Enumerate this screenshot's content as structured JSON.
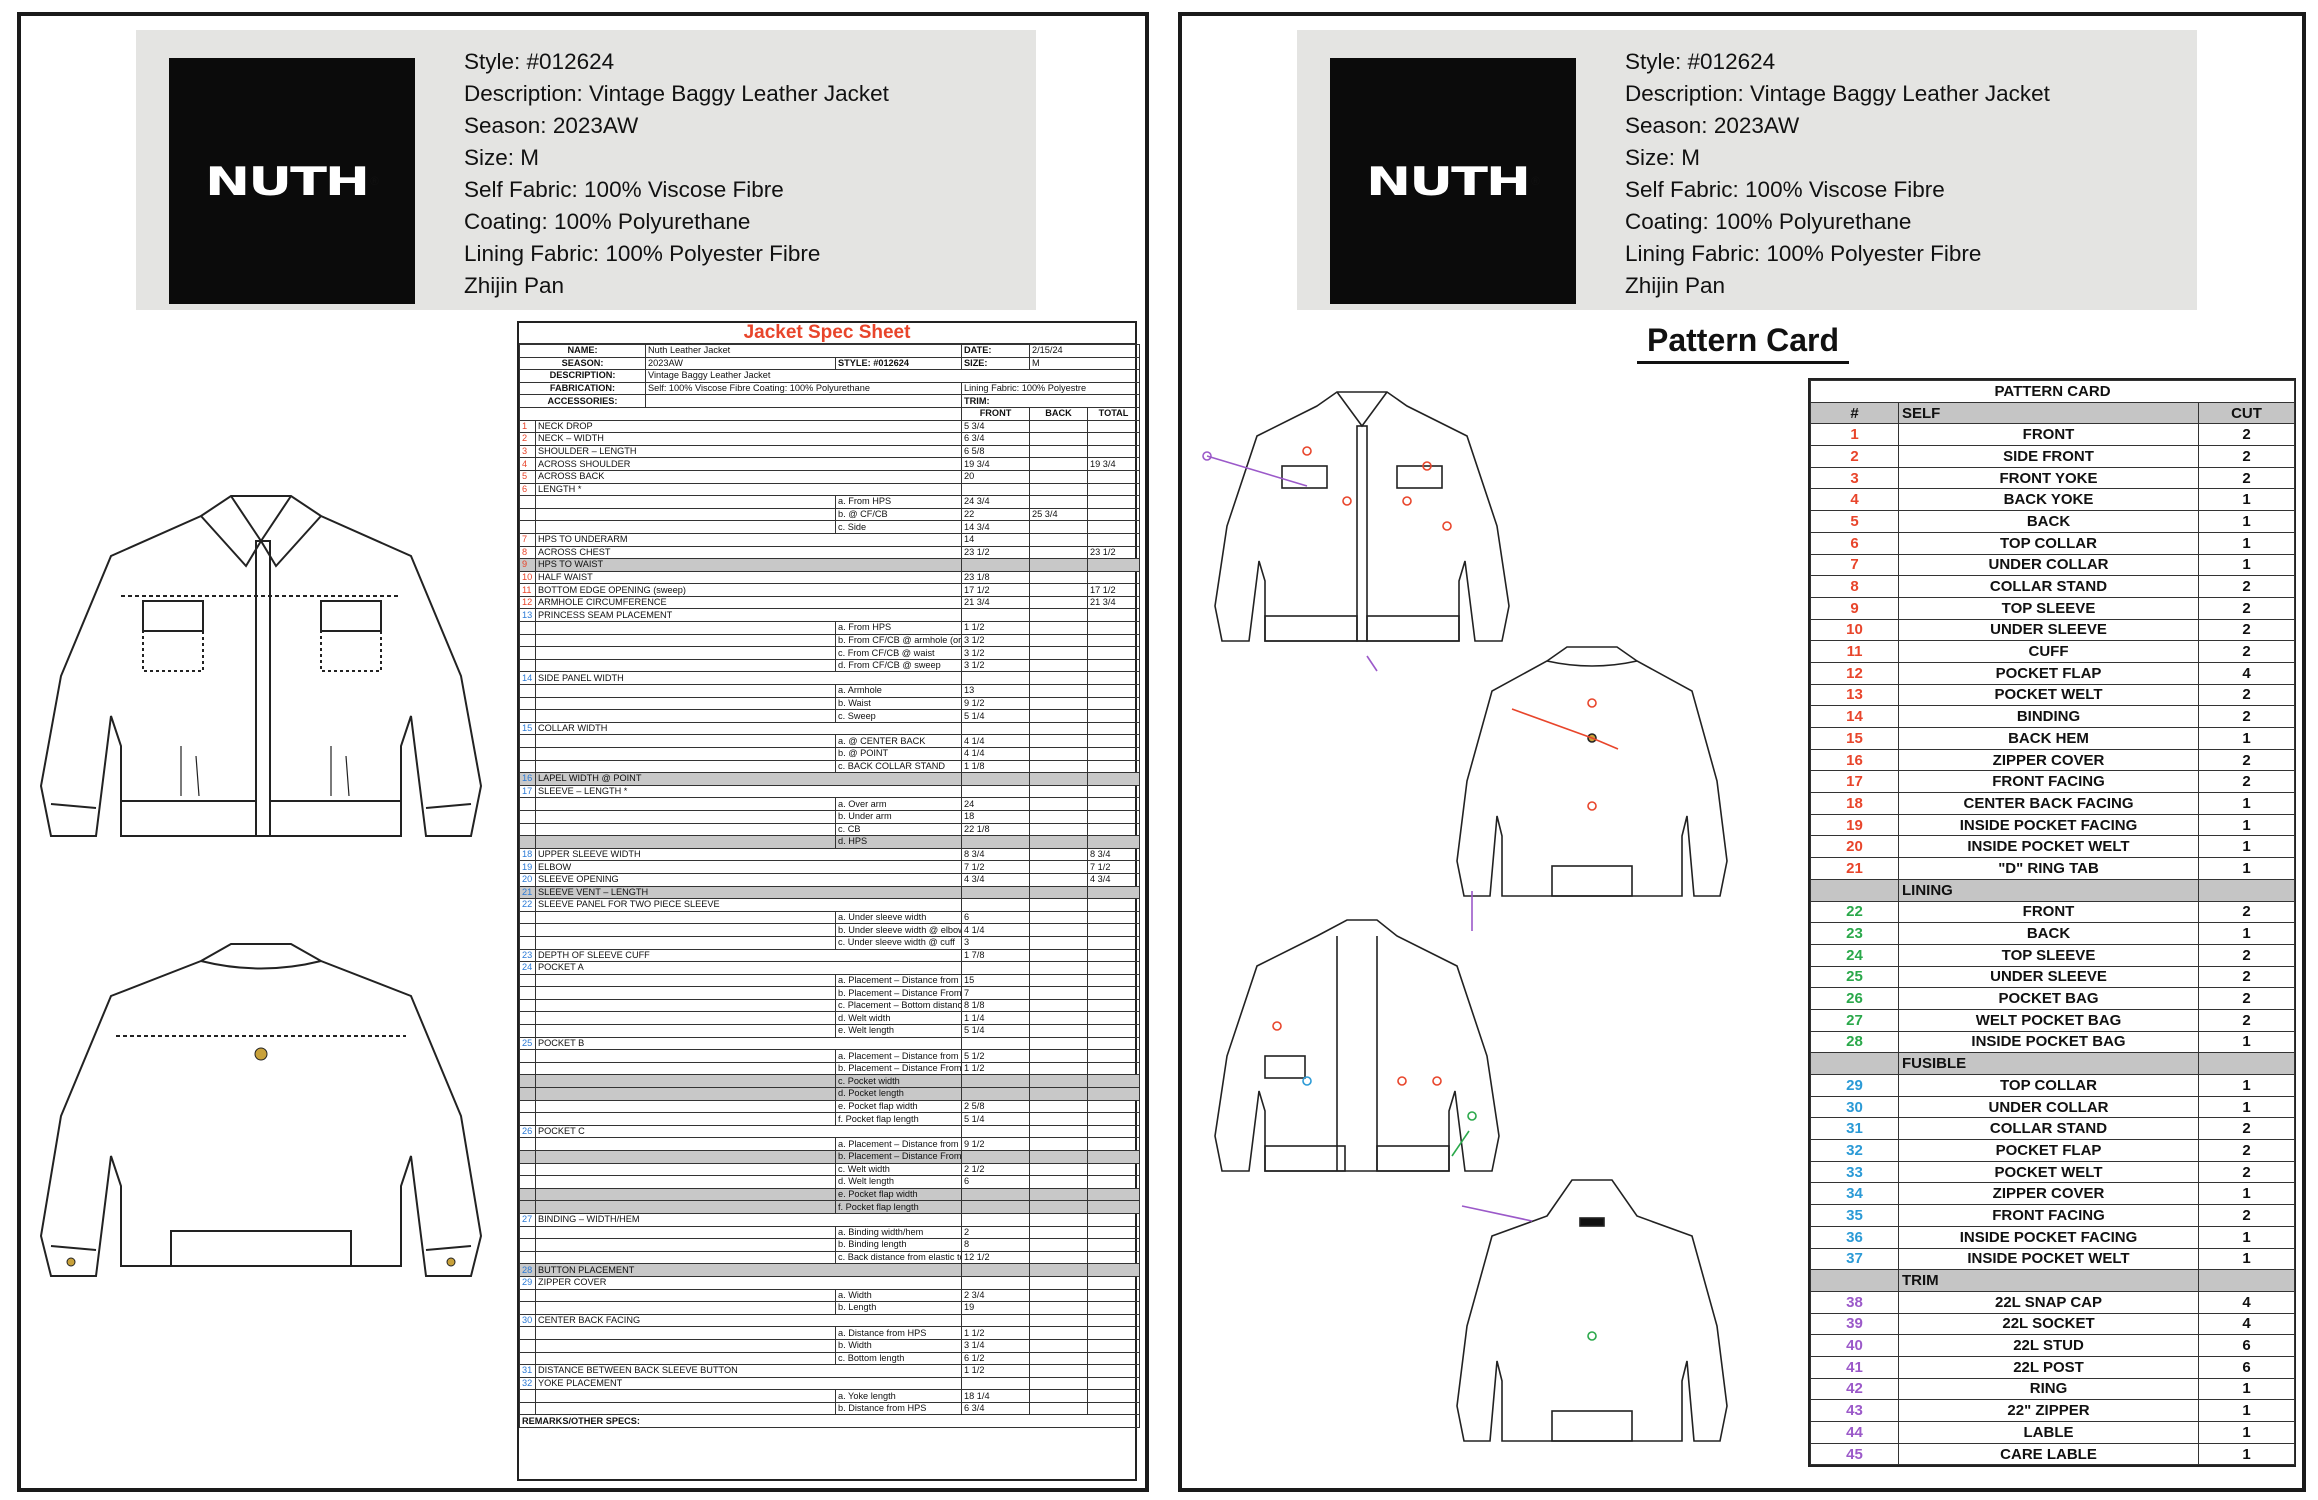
{
  "header": {
    "logo_text": "NUTH",
    "style": "Style: #012624",
    "description": "Description: Vintage Baggy Leather Jacket",
    "season": "Season: 2023AW",
    "size": "Size: M",
    "self_fabric": "Self Fabric: 100%  Viscose Fibre",
    "coating": "Coating: 100%  Polyurethane",
    "lining": "Lining Fabric: 100%  Polyester Fibre",
    "designer": "Zhijin Pan"
  },
  "spec": {
    "title": "Jacket Spec Sheet",
    "name_label": "NAME:",
    "name_value": "Nuth Leather Jacket",
    "date_label": "DATE:",
    "date_value": "2/15/24",
    "season_label": "SEASON:",
    "season_value": "2023AW",
    "style_label": "STYLE: #012624",
    "size_label": "SIZE:",
    "size_value": "M",
    "desc_label": "DESCRIPTION:",
    "desc_value": "Vintage Baggy Leather Jacket",
    "fab_label": "FABRICATION:",
    "fab_value": "Self: 100% Viscose Fibre Coating: 100% Polyurethane",
    "fab_lining": "Lining Fabric: 100% Polyestre",
    "acc_label": "ACCESSORIES:",
    "trim_label": "TRIM:",
    "col_front": "FRONT",
    "col_back": "BACK",
    "col_total": "TOTAL",
    "rows": [
      {
        "n": "1",
        "d": "NECK DROP",
        "f": "5 3/4",
        "b": "",
        "t": ""
      },
      {
        "n": "2",
        "d": "NECK – WIDTH",
        "f": "6 3/4",
        "b": "",
        "t": ""
      },
      {
        "n": "3",
        "d": "SHOULDER – LENGTH",
        "f": "6 5/8",
        "b": "",
        "t": ""
      },
      {
        "n": "4",
        "d": "ACROSS SHOULDER",
        "f": "19 3/4",
        "b": "",
        "t": "19 3/4"
      },
      {
        "n": "5",
        "d": "ACROSS BACK",
        "f": "20",
        "b": "",
        "t": ""
      },
      {
        "n": "6",
        "d": "LENGTH *",
        "f": "",
        "b": "",
        "t": ""
      },
      {
        "n": "",
        "d": "a. From HPS",
        "f": "24 3/4",
        "b": "",
        "t": "",
        "sub": true
      },
      {
        "n": "",
        "d": "b. @ CF/CB",
        "f": "22",
        "b": "25 3/4",
        "t": "",
        "sub": true
      },
      {
        "n": "",
        "d": "c. Side",
        "f": "14 3/4",
        "b": "",
        "t": "",
        "sub": true
      },
      {
        "n": "7",
        "d": "HPS TO UNDERARM",
        "f": "14",
        "b": "",
        "t": ""
      },
      {
        "n": "8",
        "d": "ACROSS CHEST",
        "f": "23 1/2",
        "b": "",
        "t": "23 1/2"
      },
      {
        "n": "9",
        "d": "HPS TO WAIST",
        "f": "",
        "b": "",
        "t": "",
        "shade": true
      },
      {
        "n": "10",
        "d": "HALF WAIST",
        "f": "23 1/8",
        "b": "",
        "t": ""
      },
      {
        "n": "11",
        "d": "BOTTOM EDGE OPENING (sweep)",
        "f": "17 1/2",
        "b": "",
        "t": "17 1/2"
      },
      {
        "n": "12",
        "d": "ARMHOLE CIRCUMFERENCE",
        "f": "21 3/4",
        "b": "",
        "t": "21 3/4"
      },
      {
        "n": "13",
        "d": "PRINCESS SEAM PLACEMENT",
        "f": "",
        "b": "",
        "t": "",
        "blue": true
      },
      {
        "n": "",
        "d": "a. From HPS",
        "f": "1 1/2",
        "b": "",
        "t": "",
        "sub": true
      },
      {
        "n": "",
        "d": "b. From CF/CB @ armhole (or shoulder seam)",
        "f": "3 1/2",
        "b": "",
        "t": "",
        "sub": true
      },
      {
        "n": "",
        "d": "c. From CF/CB @ waist",
        "f": "3 1/2",
        "b": "",
        "t": "",
        "sub": true
      },
      {
        "n": "",
        "d": "d. From CF/CB @ sweep",
        "f": "3 1/2",
        "b": "",
        "t": "",
        "sub": true
      },
      {
        "n": "14",
        "d": "SIDE PANEL WIDTH",
        "f": "",
        "b": "",
        "t": "",
        "blue": true
      },
      {
        "n": "",
        "d": "a. Armhole",
        "f": "13",
        "b": "",
        "t": "",
        "sub": true
      },
      {
        "n": "",
        "d": "b. Waist",
        "f": "9 1/2",
        "b": "",
        "t": "",
        "sub": true
      },
      {
        "n": "",
        "d": "c. Sweep",
        "f": "5 1/4",
        "b": "",
        "t": "",
        "sub": true
      },
      {
        "n": "15",
        "d": "COLLAR WIDTH",
        "f": "",
        "b": "",
        "t": "",
        "blue": true
      },
      {
        "n": "",
        "d": "a. @ CENTER BACK",
        "f": "4 1/4",
        "b": "",
        "t": "",
        "sub": true
      },
      {
        "n": "",
        "d": "b. @ POINT",
        "f": "4 1/4",
        "b": "",
        "t": "",
        "sub": true
      },
      {
        "n": "",
        "d": "c. BACK COLLAR STAND",
        "f": "1 1/8",
        "b": "",
        "t": "",
        "sub": true
      },
      {
        "n": "16",
        "d": "LAPEL WIDTH @ POINT",
        "f": "",
        "b": "",
        "t": "",
        "shade": true,
        "blue": true
      },
      {
        "n": "17",
        "d": "SLEEVE – LENGTH *",
        "f": "",
        "b": "",
        "t": "",
        "blue": true
      },
      {
        "n": "",
        "d": "a. Over arm",
        "f": "24",
        "b": "",
        "t": "",
        "sub": true
      },
      {
        "n": "",
        "d": "b. Under arm",
        "f": "18",
        "b": "",
        "t": "",
        "sub": true
      },
      {
        "n": "",
        "d": "c. CB",
        "f": "22 1/8",
        "b": "",
        "t": "",
        "sub": true
      },
      {
        "n": "",
        "d": "d. HPS",
        "f": "",
        "b": "",
        "t": "",
        "sub": true,
        "shade": true
      },
      {
        "n": "18",
        "d": "UPPER SLEEVE WIDTH",
        "f": "8 3/4",
        "b": "",
        "t": "8 3/4",
        "blue": true
      },
      {
        "n": "19",
        "d": "ELBOW",
        "f": "7 1/2",
        "b": "",
        "t": "7 1/2",
        "blue": true
      },
      {
        "n": "20",
        "d": "SLEEVE OPENING",
        "f": "4 3/4",
        "b": "",
        "t": "4 3/4",
        "blue": true
      },
      {
        "n": "21",
        "d": "SLEEVE VENT – LENGTH",
        "f": "",
        "b": "",
        "t": "",
        "shade": true,
        "blue": true
      },
      {
        "n": "22",
        "d": "SLEEVE PANEL FOR TWO PIECE SLEEVE",
        "f": "",
        "b": "",
        "t": "",
        "blue": true
      },
      {
        "n": "",
        "d": "a. Under sleeve width",
        "f": "6",
        "b": "",
        "t": "",
        "sub": true
      },
      {
        "n": "",
        "d": "b. Under sleeve width @ elbow",
        "f": "4 1/4",
        "b": "",
        "t": "",
        "sub": true
      },
      {
        "n": "",
        "d": "c. Under sleeve width @ cuff",
        "f": "3",
        "b": "",
        "t": "",
        "sub": true
      },
      {
        "n": "23",
        "d": "DEPTH OF SLEEVE CUFF",
        "f": "1 7/8",
        "b": "",
        "t": "",
        "blue": true
      },
      {
        "n": "24",
        "d": "POCKET A",
        "f": "",
        "b": "",
        "t": "",
        "blue": true
      },
      {
        "n": "",
        "d": "a. Placement – Distance from HPS",
        "f": "15",
        "b": "",
        "t": "",
        "sub": true
      },
      {
        "n": "",
        "d": "b. Placement – Distance From CF",
        "f": "7",
        "b": "",
        "t": "",
        "sub": true
      },
      {
        "n": "",
        "d": "c. Placement – Bottom distance from CF",
        "f": "8 1/8",
        "b": "",
        "t": "",
        "sub": true
      },
      {
        "n": "",
        "d": "d. Welt width",
        "f": "1 1/4",
        "b": "",
        "t": "",
        "sub": true
      },
      {
        "n": "",
        "d": "e. Welt length",
        "f": "5 1/4",
        "b": "",
        "t": "",
        "sub": true
      },
      {
        "n": "25",
        "d": "POCKET B",
        "f": "",
        "b": "",
        "t": "",
        "blue": true
      },
      {
        "n": "",
        "d": "a. Placement – Distance from HPS",
        "f": "5 1/2",
        "b": "",
        "t": "",
        "sub": true
      },
      {
        "n": "",
        "d": "b. Placement – Distance From CF",
        "f": "1 1/2",
        "b": "",
        "t": "",
        "sub": true
      },
      {
        "n": "",
        "d": "c. Pocket width",
        "f": "",
        "b": "",
        "t": "",
        "sub": true,
        "shade": true
      },
      {
        "n": "",
        "d": "d. Pocket length",
        "f": "",
        "b": "",
        "t": "",
        "sub": true,
        "shade": true
      },
      {
        "n": "",
        "d": "e. Pocket flap width",
        "f": "2 5/8",
        "b": "",
        "t": "",
        "sub": true
      },
      {
        "n": "",
        "d": "f. Pocket flap length",
        "f": "5 1/4",
        "b": "",
        "t": "",
        "sub": true
      },
      {
        "n": "26",
        "d": "POCKET C",
        "f": "",
        "b": "",
        "t": "",
        "blue": true
      },
      {
        "n": "",
        "d": "a. Placement – Distance from HPS",
        "f": "9 1/2",
        "b": "",
        "t": "",
        "sub": true
      },
      {
        "n": "",
        "d": "b. Placement – Distance From CF",
        "f": "",
        "b": "",
        "t": "",
        "sub": true,
        "shade": true
      },
      {
        "n": "",
        "d": "c. Welt width",
        "f": "2 1/2",
        "b": "",
        "t": "",
        "sub": true
      },
      {
        "n": "",
        "d": "d. Welt length",
        "f": "6",
        "b": "",
        "t": "",
        "sub": true
      },
      {
        "n": "",
        "d": "e. Pocket flap width",
        "f": "",
        "b": "",
        "t": "",
        "sub": true,
        "shade": true
      },
      {
        "n": "",
        "d": "f. Pocket flap length",
        "f": "",
        "b": "",
        "t": "",
        "sub": true,
        "shade": true
      },
      {
        "n": "27",
        "d": "BINDING – WIDTH/HEM",
        "f": "",
        "b": "",
        "t": "",
        "blue": true
      },
      {
        "n": "",
        "d": "a. Binding width/hem",
        "f": "2",
        "b": "",
        "t": "",
        "sub": true
      },
      {
        "n": "",
        "d": "b. Binding length",
        "f": "8",
        "b": "",
        "t": "",
        "sub": true
      },
      {
        "n": "",
        "d": "c. Back distance from elastic to elastic",
        "f": "12 1/2",
        "b": "",
        "t": "",
        "sub": true
      },
      {
        "n": "28",
        "d": "BUTTON PLACEMENT",
        "f": "",
        "b": "",
        "t": "",
        "shade": true,
        "blue": true
      },
      {
        "n": "29",
        "d": "ZIPPER COVER",
        "f": "",
        "b": "",
        "t": "",
        "blue": true
      },
      {
        "n": "",
        "d": "a. Width",
        "f": "2 3/4",
        "b": "",
        "t": "",
        "sub": true
      },
      {
        "n": "",
        "d": "b. Length",
        "f": "19",
        "b": "",
        "t": "",
        "sub": true
      },
      {
        "n": "30",
        "d": "CENTER BACK FACING",
        "f": "",
        "b": "",
        "t": "",
        "blue": true
      },
      {
        "n": "",
        "d": "a. Distance from HPS",
        "f": "1 1/2",
        "b": "",
        "t": "",
        "sub": true
      },
      {
        "n": "",
        "d": "b. Width",
        "f": "3 1/4",
        "b": "",
        "t": "",
        "sub": true
      },
      {
        "n": "",
        "d": "c. Bottom length",
        "f": "6 1/2",
        "b": "",
        "t": "",
        "sub": true
      },
      {
        "n": "31",
        "d": "DISTANCE BETWEEN BACK SLEEVE BUTTON",
        "f": "1 1/2",
        "b": "",
        "t": "",
        "blue": true
      },
      {
        "n": "32",
        "d": "YOKE PLACEMENT",
        "f": "",
        "b": "",
        "t": "",
        "blue": true
      },
      {
        "n": "",
        "d": "a. Yoke length",
        "f": "18 1/4",
        "b": "",
        "t": "",
        "sub": true
      },
      {
        "n": "",
        "d": "b. Distance from HPS",
        "f": "6 3/4",
        "b": "",
        "t": "",
        "sub": true
      }
    ],
    "remarks": "REMARKS/OTHER SPECS:"
  },
  "pattern": {
    "title": "Pattern Card",
    "table_title": "PATTERN CARD",
    "col_num": "#",
    "col_cut": "CUT",
    "sections": [
      {
        "name": "SELF",
        "color": "#e8452b",
        "items": [
          {
            "n": "1",
            "name": "FRONT",
            "cut": "2"
          },
          {
            "n": "2",
            "name": "SIDE FRONT",
            "cut": "2"
          },
          {
            "n": "3",
            "name": "FRONT YOKE",
            "cut": "2"
          },
          {
            "n": "4",
            "name": "BACK YOKE",
            "cut": "1"
          },
          {
            "n": "5",
            "name": "BACK",
            "cut": "1"
          },
          {
            "n": "6",
            "name": "TOP COLLAR",
            "cut": "1"
          },
          {
            "n": "7",
            "name": "UNDER COLLAR",
            "cut": "1"
          },
          {
            "n": "8",
            "name": "COLLAR STAND",
            "cut": "2"
          },
          {
            "n": "9",
            "name": "TOP SLEEVE",
            "cut": "2"
          },
          {
            "n": "10",
            "name": "UNDER SLEEVE",
            "cut": "2"
          },
          {
            "n": "11",
            "name": "CUFF",
            "cut": "2"
          },
          {
            "n": "12",
            "name": "POCKET FLAP",
            "cut": "4"
          },
          {
            "n": "13",
            "name": "POCKET WELT",
            "cut": "2"
          },
          {
            "n": "14",
            "name": "BINDING",
            "cut": "2"
          },
          {
            "n": "15",
            "name": "BACK HEM",
            "cut": "1"
          },
          {
            "n": "16",
            "name": "ZIPPER COVER",
            "cut": "2"
          },
          {
            "n": "17",
            "name": "FRONT FACING",
            "cut": "2"
          },
          {
            "n": "18",
            "name": "CENTER BACK FACING",
            "cut": "1"
          },
          {
            "n": "19",
            "name": "INSIDE POCKET FACING",
            "cut": "1"
          },
          {
            "n": "20",
            "name": "INSIDE POCKET WELT",
            "cut": "1"
          },
          {
            "n": "21",
            "name": "\"D\" RING TAB",
            "cut": "1"
          }
        ]
      },
      {
        "name": "LINING",
        "color": "#2aa84a",
        "items": [
          {
            "n": "22",
            "name": "FRONT",
            "cut": "2"
          },
          {
            "n": "23",
            "name": "BACK",
            "cut": "1"
          },
          {
            "n": "24",
            "name": "TOP SLEEVE",
            "cut": "2"
          },
          {
            "n": "25",
            "name": "UNDER SLEEVE",
            "cut": "2"
          },
          {
            "n": "26",
            "name": "POCKET BAG",
            "cut": "2"
          },
          {
            "n": "27",
            "name": "WELT POCKET BAG",
            "cut": "2"
          },
          {
            "n": "28",
            "name": "INSIDE POCKET BAG",
            "cut": "1"
          }
        ]
      },
      {
        "name": "FUSIBLE",
        "color": "#2b9ad6",
        "items": [
          {
            "n": "29",
            "name": "TOP COLLAR",
            "cut": "1"
          },
          {
            "n": "30",
            "name": "UNDER COLLAR",
            "cut": "1"
          },
          {
            "n": "31",
            "name": "COLLAR STAND",
            "cut": "2"
          },
          {
            "n": "32",
            "name": "POCKET FLAP",
            "cut": "2"
          },
          {
            "n": "33",
            "name": "POCKET WELT",
            "cut": "2"
          },
          {
            "n": "34",
            "name": "ZIPPER COVER",
            "cut": "1"
          },
          {
            "n": "35",
            "name": "FRONT FACING",
            "cut": "2"
          },
          {
            "n": "36",
            "name": "INSIDE POCKET FACING",
            "cut": "1"
          },
          {
            "n": "37",
            "name": "INSIDE POCKET WELT",
            "cut": "1"
          }
        ]
      },
      {
        "name": "TRIM",
        "color": "#9b59c9",
        "items": [
          {
            "n": "38",
            "name": "22L SNAP CAP",
            "cut": "4"
          },
          {
            "n": "39",
            "name": "22L SOCKET",
            "cut": "4"
          },
          {
            "n": "40",
            "name": "22L STUD",
            "cut": "6"
          },
          {
            "n": "41",
            "name": "22L POST",
            "cut": "6"
          },
          {
            "n": "42",
            "name": "RING",
            "cut": "1"
          },
          {
            "n": "43",
            "name": "22\" ZIPPER",
            "cut": "1"
          },
          {
            "n": "44",
            "name": "LABLE",
            "cut": "1"
          },
          {
            "n": "45",
            "name": "CARE LABLE",
            "cut": "1"
          }
        ]
      }
    ]
  },
  "colors": {
    "spec_title": "#e8452b",
    "number_red": "#e8452b",
    "number_blue": "#2b7ad6",
    "shade": "#c8c8c8",
    "header_bg": "#e4e4e2"
  }
}
